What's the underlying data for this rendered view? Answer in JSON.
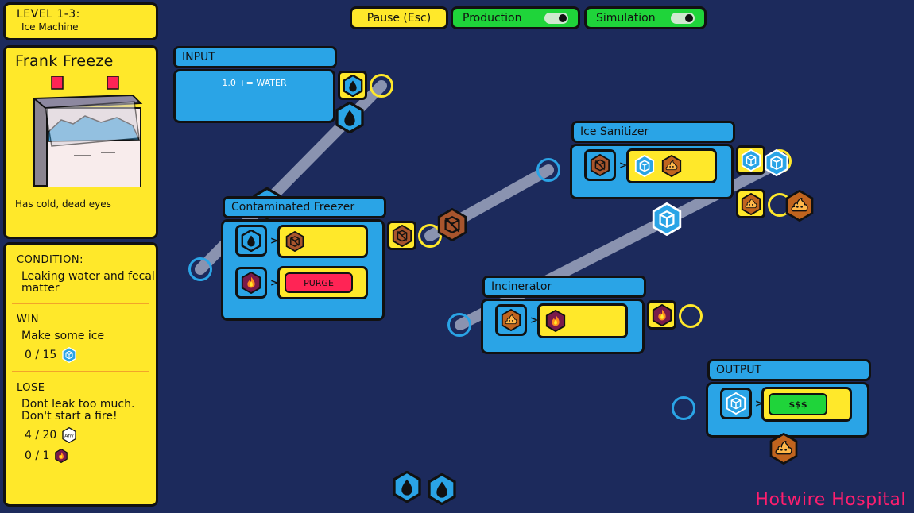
{
  "level": {
    "title": "LEVEL 1-3:",
    "subtitle": "Ice Machine"
  },
  "patient": {
    "name": "Frank Freeze",
    "description": "Has cold, dead eyes"
  },
  "conditions": {
    "condition_label": "CONDITION:",
    "condition_text": "Leaking water and fecal matter",
    "win_label": "WIN",
    "win_text": "Make some ice",
    "win_count": "0 / 15",
    "lose_label": "LOSE",
    "lose_text": "Dont leak too much. Don't start a fire!",
    "lose_count_1": "4 / 20",
    "lose_any": "Any",
    "lose_count_2": "0 / 1"
  },
  "controls": {
    "pause": "Pause (Esc)",
    "production": "Production",
    "simulation": "Simulation",
    "production_on": true,
    "simulation_on": true
  },
  "nodes": {
    "input": {
      "title": "INPUT",
      "text": "1.0 += WATER"
    },
    "freezer": {
      "title": "Contaminated Freezer",
      "purge": "PURGE"
    },
    "sanitizer": {
      "title": "Ice Sanitizer"
    },
    "incinerator": {
      "title": "Incinerator"
    },
    "output": {
      "title": "OUTPUT",
      "money": "$$$"
    }
  },
  "icons": {
    "water": "water-drop-icon",
    "ice": "ice-cube-icon",
    "dirty_ice": "dirty-ice-icon",
    "fire": "fire-icon",
    "poop": "poop-icon"
  },
  "colors": {
    "background": "#1c2a5c",
    "panel": "#ffe82a",
    "node": "#2aa4e6",
    "toggle_on": "#1fd43a",
    "purge": "#ff2455",
    "brand": "#ff1e6e"
  },
  "brand": "Hotwire Hospital"
}
